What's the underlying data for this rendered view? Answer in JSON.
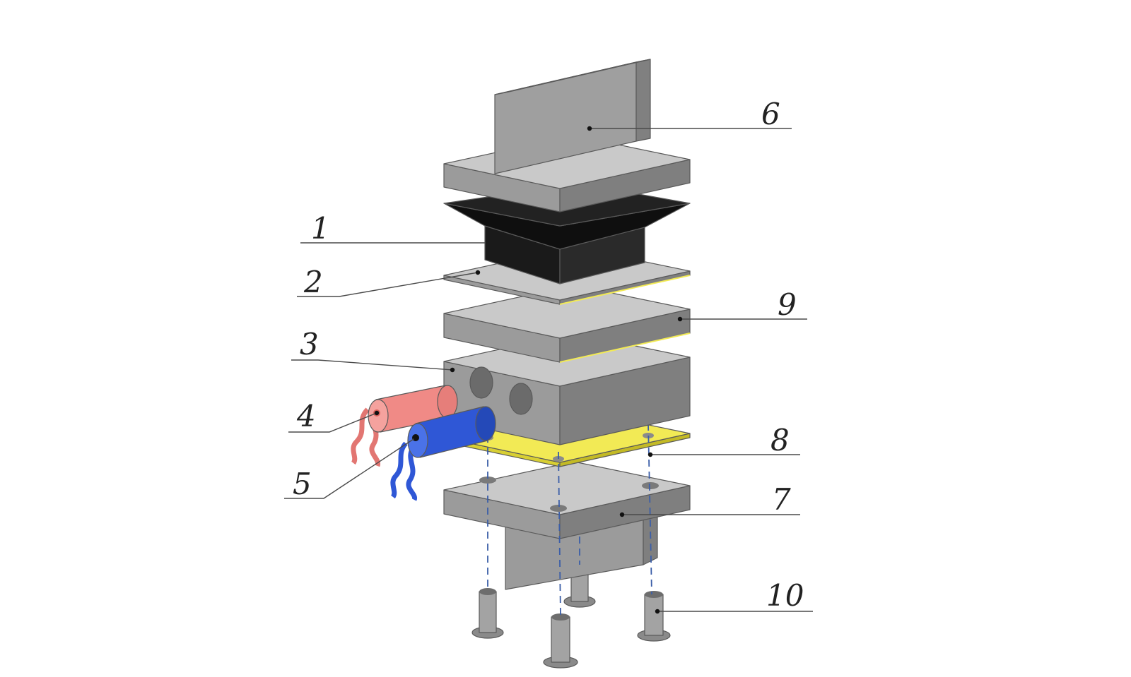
{
  "labels": {
    "l1": "1",
    "l2": "2",
    "l3": "3",
    "l4": "4",
    "l5": "5",
    "l6": "6",
    "l7": "7",
    "l8": "8",
    "l9": "9",
    "l10": "10"
  },
  "colors": {
    "metal_top": "#c9c9c9",
    "metal_front": "#9b9b9b",
    "metal_side": "#7f7f7f",
    "rubber": "#1a1a1a",
    "insulator": "#f2ea55",
    "hot_cylinder": "#f08a86",
    "cold_cylinder": "#2f57d6",
    "dash_line": "#3b5ea8"
  }
}
